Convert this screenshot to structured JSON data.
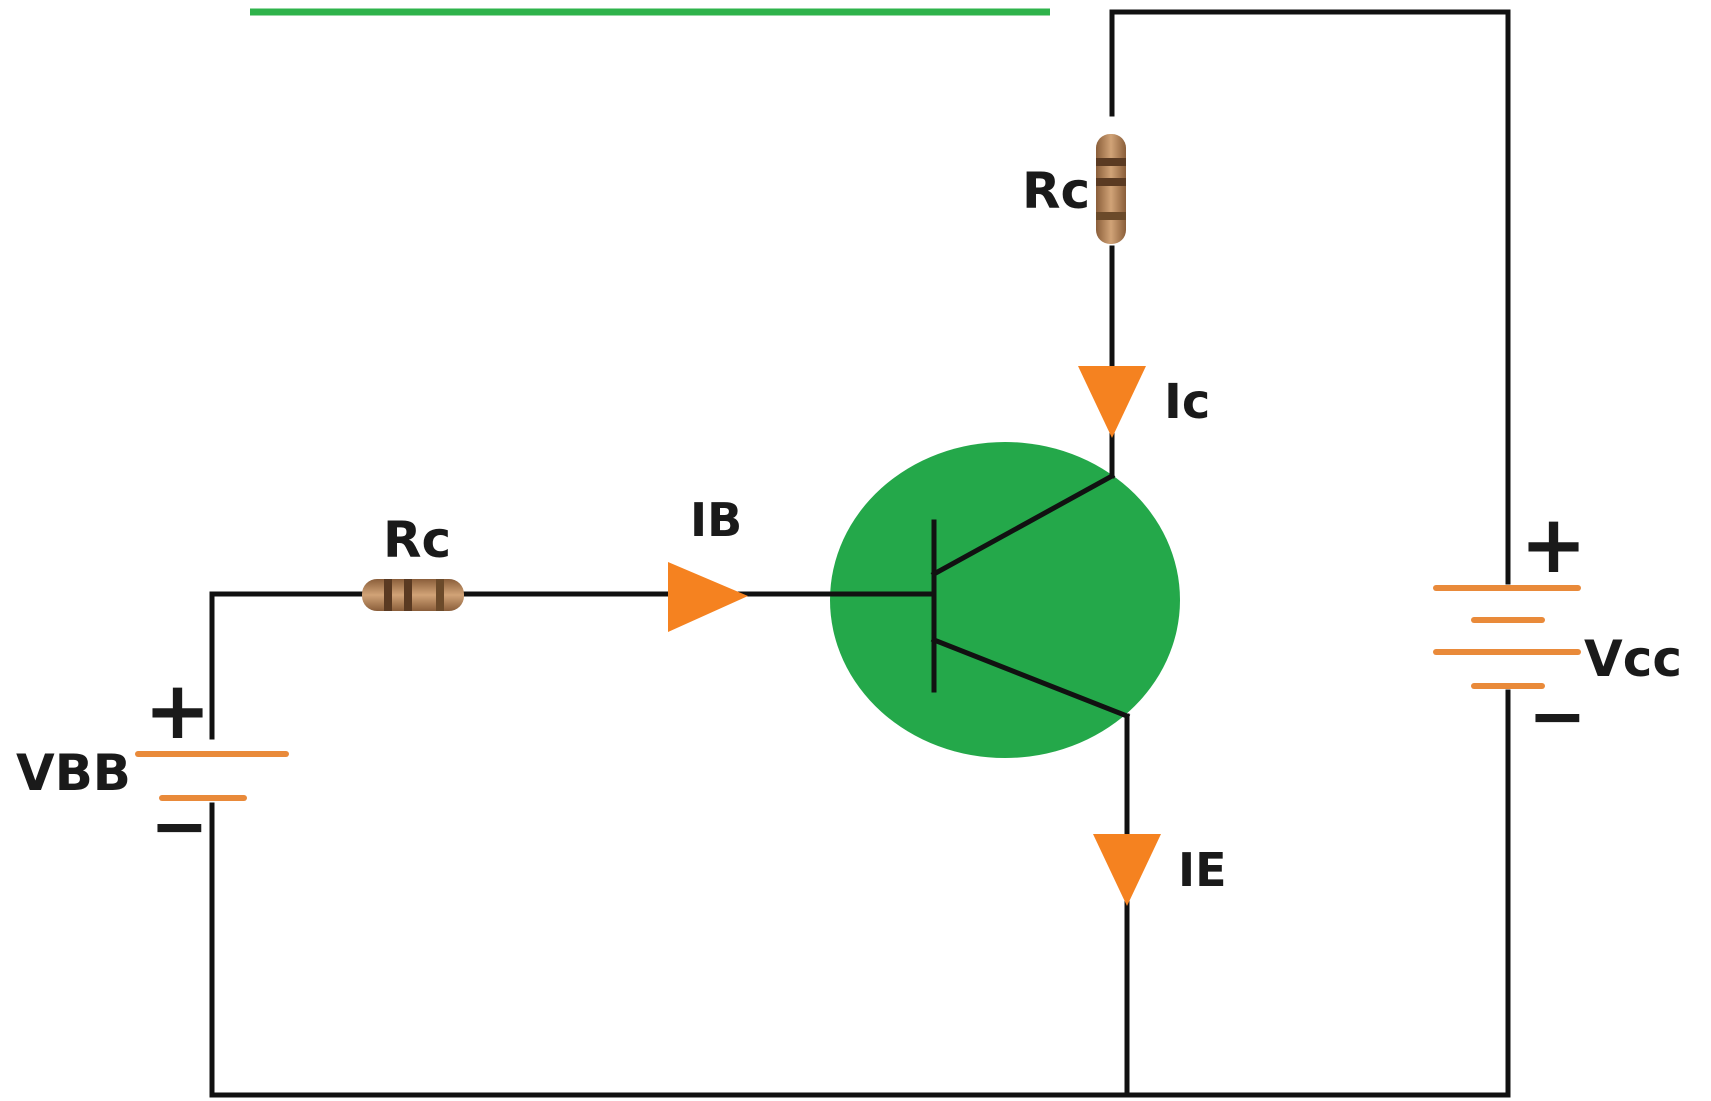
{
  "colors": {
    "accent_green": "#2fb34b",
    "transistor_body": "#24a84a",
    "current_arrow": "#f58220",
    "battery_plate": "#e98a3a",
    "resistor_body": "#b88a5c",
    "wire": "#111111"
  },
  "labels": {
    "resistor_collector": "Rc",
    "resistor_base": "Rc",
    "current_collector": "Ic",
    "current_base": "IB",
    "current_emitter": "IE",
    "supply_collector": "Vcc",
    "supply_base": "VBB",
    "plus": "+",
    "minus": "−"
  }
}
